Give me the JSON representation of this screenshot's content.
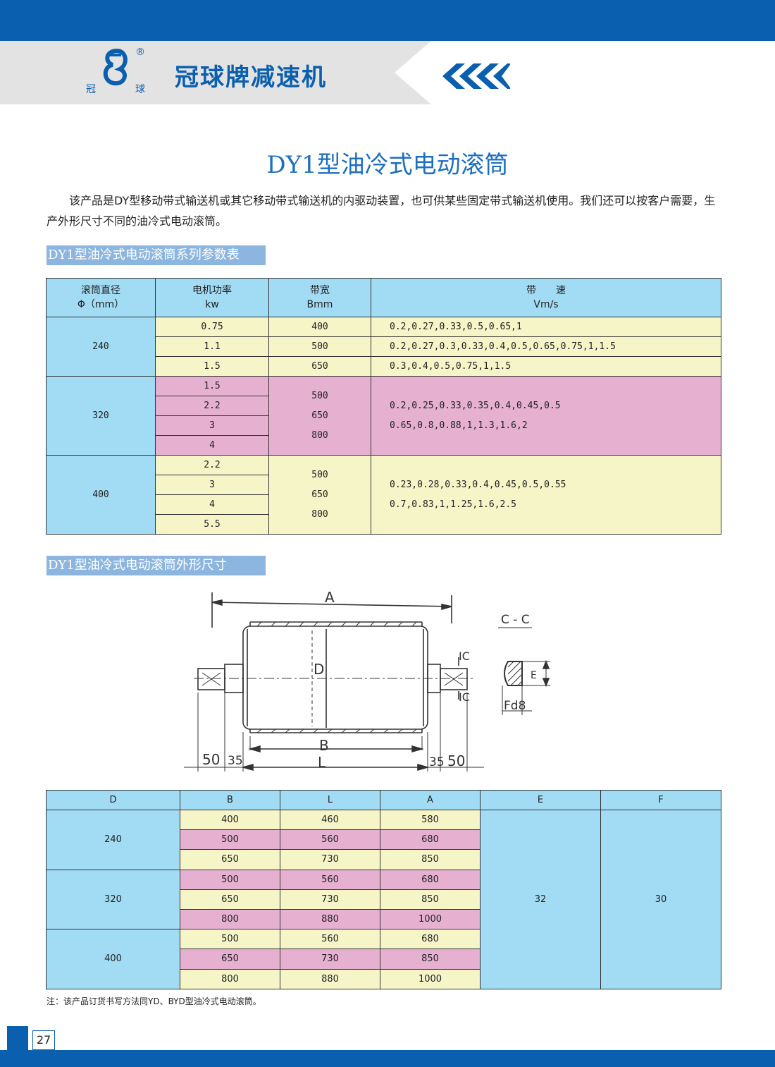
{
  "header": {
    "brand_title": "冠球牌减速机",
    "logo_char_left": "冠",
    "logo_char_right": "球",
    "logo_reg": "®"
  },
  "page_title": "DY1型油冷式电动滚筒",
  "intro": "该产品是DY型移动带式输送机或其它移动带式输送机的内驱动装置，也可供某些固定带式输送机使用。我们还可以按客户需要，生产外形尺寸不同的油冷式电动滚筒。",
  "param_section_title": "DY1型油冷式电动滚筒系列参数表",
  "param_table": {
    "headers": [
      {
        "line1": "滚筒直径",
        "line2": "Φ（mm）"
      },
      {
        "line1": "电机功率",
        "line2": "kw"
      },
      {
        "line1": "带宽",
        "line2": "Bmm"
      },
      {
        "line1": "带　　速",
        "line2": "Vm/s"
      }
    ],
    "groups": [
      {
        "diameter": "240",
        "rows": [
          {
            "power": "0.75",
            "width": "400",
            "speed": "0.2,0.27,0.33,0.5,0.65,1"
          },
          {
            "power": "1.1",
            "width": "500",
            "speed": "0.2,0.27,0.3,0.33,0.4,0.5,0.65,0.75,1,1.5"
          },
          {
            "power": "1.5",
            "width": "650",
            "speed": "0.3,0.4,0.5,0.75,1,1.5"
          }
        ]
      },
      {
        "diameter": "320",
        "powers": [
          "1.5",
          "2.2",
          "3",
          "4"
        ],
        "widths": [
          "500",
          "650",
          "800"
        ],
        "speeds": [
          "0.2,0.25,0.33,0.35,0.4,0.45,0.5",
          "0.65,0.8,0.88,1,1.3,1.6,2"
        ]
      },
      {
        "diameter": "400",
        "powers": [
          "2.2",
          "3",
          "4",
          "5.5"
        ],
        "widths": [
          "500",
          "650",
          "800"
        ],
        "speeds": [
          "0.23,0.28,0.33,0.4,0.45,0.5,0.55",
          "0.7,0.83,1,1.25,1.6,2.5"
        ]
      }
    ]
  },
  "dim_section_title": "DY1型油冷式电动滚筒外形尺寸",
  "drawing_labels": {
    "A": "A",
    "B": "B",
    "D": "D",
    "L": "L",
    "left_50": "50",
    "left_35": "35",
    "right_35": "35",
    "right_50": "50",
    "section": "C - C",
    "c_top": "IC",
    "c_bottom": "IC",
    "E": "E",
    "Fd8": "Fd8"
  },
  "dim_table": {
    "headers": [
      "D",
      "B",
      "L",
      "A",
      "E",
      "F"
    ],
    "groups": [
      {
        "D": "240",
        "rows": [
          [
            "400",
            "460",
            "580"
          ],
          [
            "500",
            "560",
            "680"
          ],
          [
            "650",
            "730",
            "850"
          ]
        ]
      },
      {
        "D": "320",
        "rows": [
          [
            "500",
            "560",
            "680"
          ],
          [
            "650",
            "730",
            "850"
          ],
          [
            "800",
            "880",
            "1000"
          ]
        ]
      },
      {
        "D": "400",
        "rows": [
          [
            "500",
            "560",
            "680"
          ],
          [
            "650",
            "730",
            "850"
          ],
          [
            "800",
            "880",
            "1000"
          ]
        ]
      }
    ],
    "E": "32",
    "F": "30"
  },
  "note": "注：该产品订货书写方法同YD、BYD型油冷式电动滚筒。",
  "page_number": "27",
  "colors": {
    "brand_blue": "#0a5fae",
    "title_blue": "#1d6fc0",
    "cell_blue": "#a2dbf4",
    "cell_yellow": "#f5f5c8",
    "cell_pink": "#e6b0d1"
  }
}
